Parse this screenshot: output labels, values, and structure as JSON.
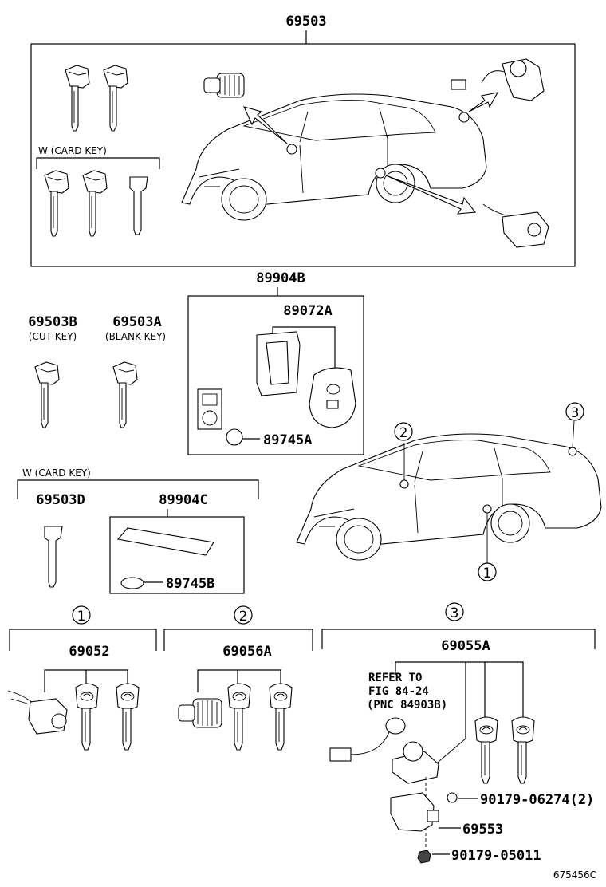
{
  "labels": {
    "top": "69503",
    "card_key_top": "W (CARD KEY)",
    "p89904B": "89904B",
    "p89072A": "89072A",
    "p69503B": "69503B",
    "p69503B_sub": "(CUT KEY)",
    "p69503A": "69503A",
    "p69503A_sub": "(BLANK KEY)",
    "p89745A": "89745A",
    "card_key_mid": "W (CARD KEY)",
    "p69503D": "69503D",
    "p89904C": "89904C",
    "p89745B": "89745B",
    "p69052": "69052",
    "p69056A": "69056A",
    "p69055A": "69055A",
    "refer1": "REFER TO",
    "refer2": "FIG 84-24",
    "refer3": "(PNC 84903B)",
    "p90179_06274": "90179-06274(2)",
    "p69553": "69553",
    "p90179_05011": "90179-05011",
    "code": "675456C"
  },
  "callouts": {
    "c1": "1",
    "c2": "2",
    "c3": "3"
  }
}
